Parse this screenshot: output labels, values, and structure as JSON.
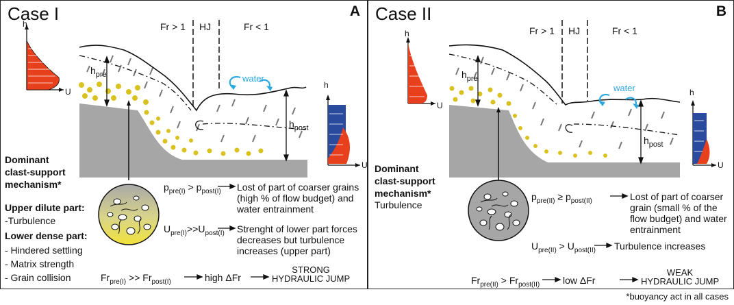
{
  "footnote": "*buoyancy act in all cases",
  "colors": {
    "flow_red": "#e8401c",
    "flow_blue": "#2a4a9e",
    "water": "#2aa9e0",
    "bed": "#a6a6a6",
    "grain": "#d9c21f"
  },
  "panels": [
    {
      "title": "Case I",
      "letter": "A",
      "zones": [
        "Fr > 1",
        "HJ",
        "Fr < 1"
      ],
      "axis_h": "h",
      "axis_u": "U",
      "water_label": "water",
      "h_pre": {
        "base": "h",
        "sub": "pre"
      },
      "h_post": {
        "base": "h",
        "sub": "post"
      },
      "mechanism_title": [
        "Dominant",
        "clast-support",
        "mechanism*"
      ],
      "upper_title": "Upper dilute part:",
      "upper_items": [
        "-Turbulence"
      ],
      "lower_title": "Lower dense part:",
      "lower_items": [
        "- Hindered settling",
        "- Matrix strength",
        "- Grain collision"
      ],
      "eq1": {
        "lhs": "p",
        "lhs_sub": "pre(I)",
        "op": " > ",
        "rhs": "p",
        "rhs_sub": "post(I)"
      },
      "eq1_result": [
        "Lost of part of coarser grains",
        "(high % of flow budget) and",
        "water entrainment"
      ],
      "eq2": {
        "lhs": "U",
        "lhs_sub": "pre(I)",
        "op": ">>",
        "rhs": "U",
        "rhs_sub": "post(I)"
      },
      "eq2_result": [
        "Strenght of lower part forces",
        "decreases but turbulence",
        "increases (upper part)"
      ],
      "eq3": {
        "lhs": "Fr",
        "lhs_sub": "pre(I)",
        "op": " >> ",
        "rhs": "Fr",
        "rhs_sub": "post(I)"
      },
      "eq3_mid": "high ΔFr",
      "eq3_result": [
        "STRONG",
        "HYDRAULIC JUMP"
      ]
    },
    {
      "title": "Case II",
      "letter": "B",
      "zones": [
        "Fr > 1",
        "HJ",
        "Fr < 1"
      ],
      "axis_h": "h",
      "axis_u": "U",
      "water_label": "water",
      "h_pre": {
        "base": "h",
        "sub": "pre"
      },
      "h_post": {
        "base": "h",
        "sub": "post"
      },
      "mechanism_title": [
        "Dominant",
        "clast-support",
        "mechanism*"
      ],
      "mechanism_value": "Turbulence",
      "eq1": {
        "lhs": "p",
        "lhs_sub": "pre(II)",
        "op": " ≥ ",
        "rhs": "p",
        "rhs_sub": "post(II)"
      },
      "eq1_result": [
        "Lost of part of coarser",
        "grain (small % of the",
        "flow budget) and water",
        "entrainment"
      ],
      "eq2": {
        "lhs": "U",
        "lhs_sub": "pre(II)",
        "op": " > ",
        "rhs": "U",
        "rhs_sub": "post(II)"
      },
      "eq2_result": [
        "Turbulence increases"
      ],
      "eq3": {
        "lhs": "Fr",
        "lhs_sub": "pre(II)",
        "op": " > ",
        "rhs": "Fr",
        "rhs_sub": "post(II)"
      },
      "eq3_mid": "low ΔFr",
      "eq3_result": [
        "WEAK",
        "HYDRAULIC JUMP"
      ]
    }
  ]
}
